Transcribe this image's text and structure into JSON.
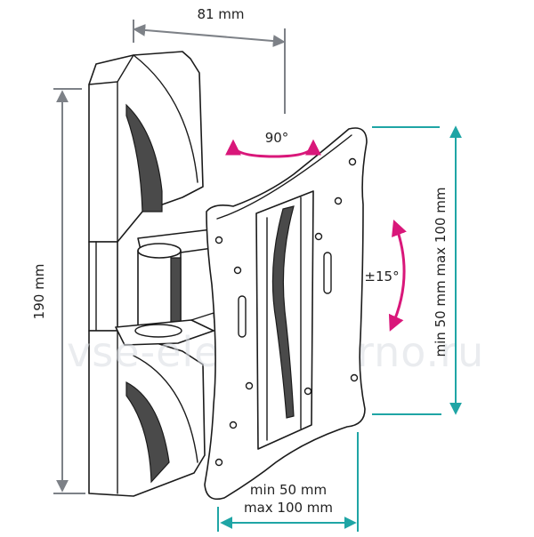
{
  "dimensions": {
    "depth": "81 mm",
    "height": "190 mm",
    "vesa_vertical": "min 50 mm max 100 mm",
    "vesa_horizontal_line1": "min 50 mm",
    "vesa_horizontal_line2": "max 100 mm"
  },
  "rotation": {
    "swivel": "90°",
    "tilt": "±15°"
  },
  "watermark": "vse-elementarno.ru",
  "colors": {
    "dimension_gray": "#7d8187",
    "rotation_magenta": "#d9177a",
    "vesa_teal": "#1fa5a5",
    "outline": "#1b1b1b",
    "shadow": "#4a4a4a"
  }
}
